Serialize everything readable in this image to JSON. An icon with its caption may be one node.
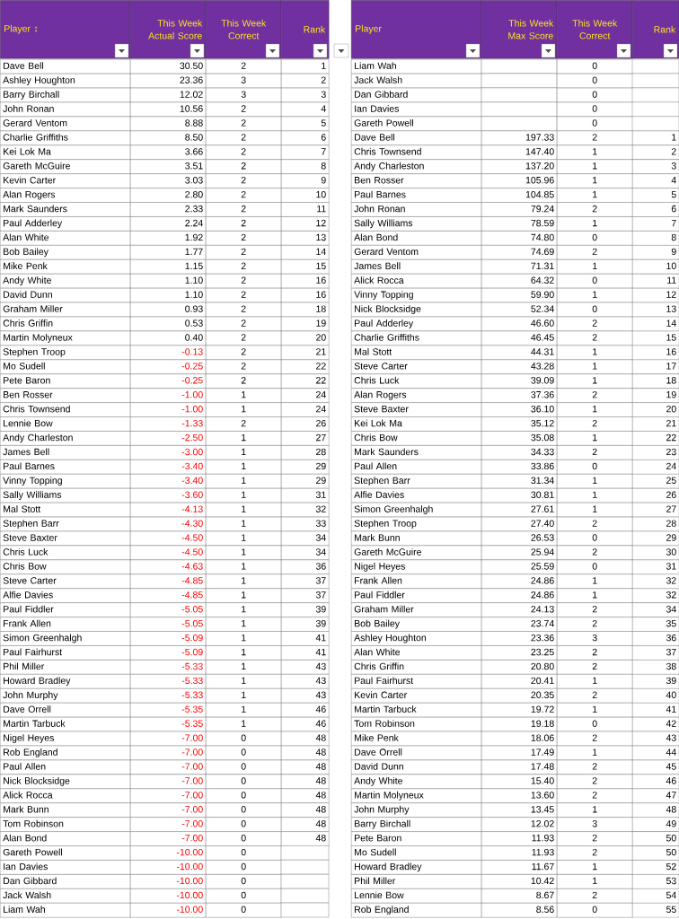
{
  "diagram": {
    "labels": [
      "Player ↕",
      "This Week Actual Score",
      "This Week Correct",
      "Rank",
      "Dave Bell",
      "30.50",
      "2",
      "1",
      "Ashley Houghton",
      "23.36",
      "3",
      "2",
      "Barry Birchall",
      "12.02",
      "3",
      "3",
      "John Ronan",
      "10.56",
      "2",
      "4",
      "Gerard Ventom",
      "8.88",
      "2",
      "5",
      "Charlie Griffiths",
      "8.50",
      "2",
      "6",
      "Kei Lok Ma",
      "3.66",
      "2",
      "7",
      "Gareth McGuire",
      "3.51",
      "2",
      "8",
      "Kevin Carter",
      "3.03",
      "2",
      "9",
      "Alan Rogers",
      "2.80",
      "2",
      "10",
      "Mark Saunders",
      "2.33",
      "2",
      "11",
      "Paul Adderley",
      "2.24",
      "2",
      "12",
      "Alan White",
      "1.92",
      "2",
      "13",
      "Bob Bailey",
      "1.77",
      "2",
      "14",
      "Mike Penk",
      "1.15",
      "2",
      "15",
      "Andy White",
      "1.10",
      "2",
      "16",
      "David Dunn",
      "1.10",
      "2",
      "16",
      "Graham Miller",
      "0.93",
      "2",
      "18",
      "Chris Griffin",
      "0.53",
      "2",
      "19",
      "Martin Molyneux",
      "0.40",
      "2",
      "20",
      "Stephen Troop",
      "-0.13",
      "2",
      "21",
      "Mo Sudell",
      "-0.25",
      "2",
      "22",
      "Pete Baron",
      "-0.25",
      "2",
      "22",
      "Ben Rosser",
      "-1.00",
      "1",
      "24",
      "Chris Townsend",
      "-1.00",
      "1",
      "24",
      "Lennie Bow",
      "-1.33",
      "2",
      "26",
      "Andy Charleston",
      "-2.50",
      "1",
      "27",
      "James Bell",
      "-3.00",
      "1",
      "28",
      "Paul Barnes",
      "-3.40",
      "1",
      "29",
      "Vinny Topping",
      "-3.40",
      "1",
      "29",
      "Sally Williams",
      "-3.60",
      "1",
      "31",
      "Mal Stott",
      "-4.13",
      "1",
      "32",
      "Stephen Barr",
      "-4.30",
      "1",
      "33",
      "Steve Baxter",
      "-4.50",
      "1",
      "34",
      "Chris Luck",
      "-4.50",
      "1",
      "34",
      "Chris Bow",
      "-4.63",
      "1",
      "36",
      "Steve Carter",
      "-4.85",
      "1",
      "37",
      "Alfie Davies",
      "-4.85",
      "1",
      "37",
      "Paul Fiddler",
      "-5.05",
      "1",
      "39",
      "Frank Allen",
      "-5.05",
      "1",
      "39",
      "Simon Greenhalgh",
      "-5.09",
      "1",
      "41",
      "Paul Fairhurst",
      "-5.09",
      "1",
      "41",
      "Phil Miller",
      "-5.33",
      "1",
      "43",
      "Howard Bradley",
      "-5.33",
      "1",
      "43",
      "John Murphy",
      "-5.33",
      "1",
      "43",
      "Dave Orrell",
      "-5.35",
      "1",
      "46",
      "Martin Tarbuck",
      "-5.35",
      "1",
      "46",
      "Nigel Heyes",
      "-7.00",
      "0",
      "48",
      "Rob England",
      "-7.00",
      "0",
      "48",
      "Paul Allen",
      "-7.00",
      "0",
      "48",
      "Nick Blocksidge",
      "-7.00",
      "0",
      "48",
      "Alick Rocca",
      "-7.00",
      "0",
      "48",
      "Mark Bunn",
      "-7.00",
      "0",
      "48",
      "Tom Robinson",
      "-7.00",
      "0",
      "48",
      "Alan Bond",
      "-7.00",
      "0",
      "48",
      "Gareth Powell",
      "-10.00",
      "0",
      "Ian Davies",
      "-10.00",
      "0",
      "Dan Gibbard",
      "-10.00",
      "0",
      "Jack Walsh",
      "-10.00",
      "0",
      "Liam Wah",
      "-10.00",
      "0",
      "Player",
      "This Week Max Score",
      "This Week Correct",
      "Rank",
      "Liam Wah",
      "0",
      "Jack Walsh",
      "0",
      "Dan Gibbard",
      "0",
      "Ian Davies",
      "0",
      "Gareth Powell",
      "0",
      "Dave Bell",
      "197.33",
      "2",
      "1",
      "Chris Townsend",
      "147.40",
      "1",
      "2",
      "Andy Charleston",
      "137.20",
      "1",
      "3",
      "Ben Rosser",
      "105.96",
      "1",
      "4",
      "Paul Barnes",
      "104.85",
      "1",
      "5",
      "John Ronan",
      "79.24",
      "2",
      "6",
      "Sally Williams",
      "78.59",
      "1",
      "7",
      "Alan Bond",
      "74.80",
      "0",
      "8",
      "Gerard Ventom",
      "74.69",
      "2",
      "9",
      "James Bell",
      "71.31",
      "1",
      "10",
      "Alick Rocca",
      "64.32",
      "0",
      "11",
      "Vinny Topping",
      "59.90",
      "1",
      "12",
      "Nick Blocksidge",
      "52.34",
      "0",
      "13",
      "Paul Adderley",
      "46.60",
      "2",
      "14",
      "Charlie Griffiths",
      "46.45",
      "2",
      "15",
      "Mal Stott",
      "44.31",
      "1",
      "16",
      "Steve Carter",
      "43.28",
      "1",
      "17",
      "Chris Luck",
      "39.09",
      "1",
      "18",
      "Alan Rogers",
      "37.36",
      "2",
      "19",
      "Steve Baxter",
      "36.10",
      "1",
      "20",
      "Kei Lok Ma",
      "35.12",
      "2",
      "21",
      "Chris Bow",
      "35.08",
      "1",
      "22",
      "Mark Saunders",
      "34.33",
      "2",
      "23",
      "Paul Allen",
      "33.86",
      "0",
      "24",
      "Stephen Barr",
      "31.34",
      "1",
      "25",
      "Alfie Davies",
      "30.81",
      "1",
      "26",
      "Simon Greenhalgh",
      "27.61",
      "1",
      "27",
      "Stephen Troop",
      "27.40",
      "2",
      "28",
      "Mark Bunn",
      "26.53",
      "0",
      "29",
      "Gareth McGuire",
      "25.94",
      "2",
      "30",
      "Nigel Heyes",
      "25.59",
      "0",
      "31",
      "Frank Allen",
      "24.86",
      "1",
      "32",
      "Paul Fiddler",
      "24.86",
      "1",
      "32",
      "Graham Miller",
      "24.13",
      "2",
      "34",
      "Bob Bailey",
      "23.74",
      "2",
      "35",
      "Ashley Houghton",
      "23.36",
      "3",
      "36",
      "Alan White",
      "23.25",
      "2",
      "37",
      "Chris Griffin",
      "20.80",
      "2",
      "38",
      "Paul Fairhurst",
      "20.41",
      "1",
      "39",
      "Kevin Carter",
      "20.35",
      "2",
      "40",
      "Martin Tarbuck",
      "19.72",
      "1",
      "41",
      "Tom Robinson",
      "19.18",
      "0",
      "42",
      "Mike Penk",
      "18.06",
      "2",
      "43",
      "Dave Orrell",
      "17.49",
      "1",
      "44",
      "David Dunn",
      "17.48",
      "2",
      "45",
      "Andy White",
      "15.40",
      "2",
      "46",
      "Martin Molyneux",
      "13.60",
      "2",
      "47",
      "John Murphy",
      "13.45",
      "1",
      "48",
      "Barry Birchall",
      "12.02",
      "3",
      "49",
      "Pete Baron",
      "11.93",
      "2",
      "50",
      "Mo Sudell",
      "11.93",
      "2",
      "50",
      "Howard Bradley",
      "11.67",
      "1",
      "52",
      "Phil Miller",
      "10.42",
      "1",
      "53",
      "Lennie Bow",
      "8.67",
      "2",
      "54",
      "Rob England",
      "8.56",
      "0",
      "55"
    ]
  }
}
